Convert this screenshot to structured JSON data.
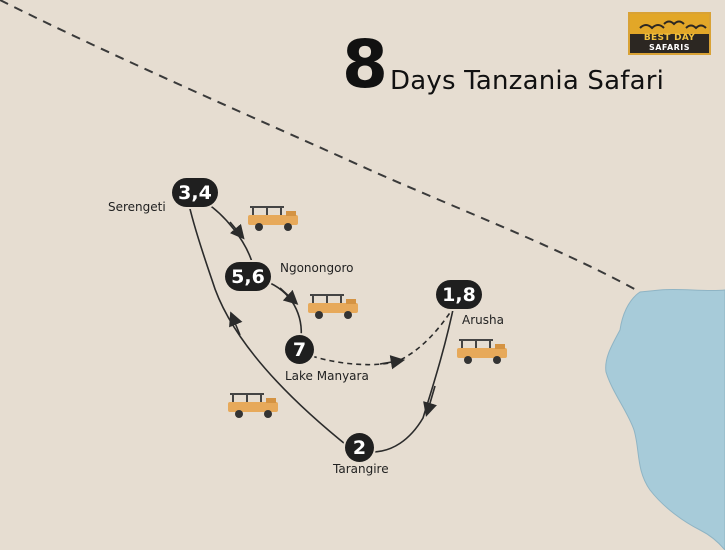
{
  "title": {
    "number": "8",
    "text": "Days Tanzania Safari"
  },
  "logo": {
    "line1": "BEST DAY",
    "line2": "SAFARIS"
  },
  "stops": [
    {
      "badge": "3,4",
      "place": "Serengeti"
    },
    {
      "badge": "5,6",
      "place": "Ngonongoro"
    },
    {
      "badge": "7",
      "place": "Lake Manyara"
    },
    {
      "badge": "1,8",
      "place": "Arusha"
    },
    {
      "badge": "2",
      "place": "Tarangire"
    }
  ],
  "colors": {
    "land": "#e6ddd1",
    "water": "#a7cbd9",
    "route": "#2b2b2b",
    "badge": "#1f1f1f",
    "vehicle": "#e7a95a"
  },
  "icons": [
    "safari-vehicle-icon",
    "birds-icon"
  ]
}
